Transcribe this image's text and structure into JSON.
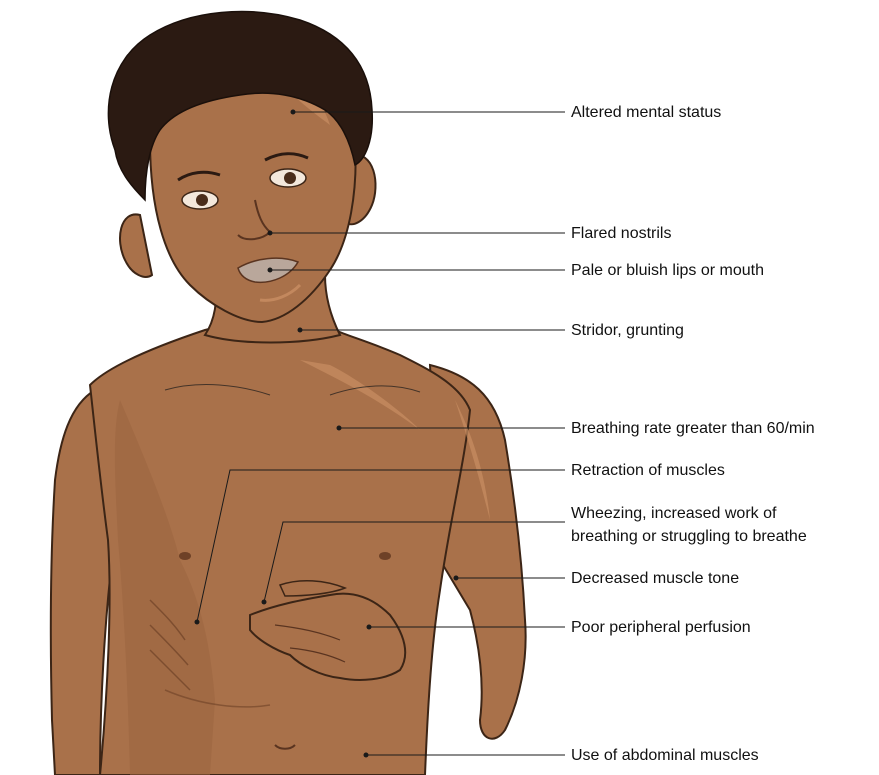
{
  "labels": {
    "altered_mental_status": "Altered mental status",
    "flared_nostrils": "Flared nostrils",
    "pale_lips": "Pale or bluish lips or mouth",
    "stridor": "Stridor, grunting",
    "breathing_rate": "Breathing rate greater than 60/min",
    "retraction": "Retraction of muscles",
    "wheezing_line1": "Wheezing, increased work of",
    "wheezing_line2": "breathing or struggling to breathe",
    "muscle_tone": "Decreased muscle tone",
    "perfusion": "Poor peripheral perfusion",
    "abdominal": "Use of abdominal muscles"
  },
  "colors": {
    "skin": "#a9714a",
    "skin_shadow": "#8a5737",
    "skin_highlight": "#c98f63",
    "hair": "#2b1a12",
    "lips": "#b9a79b",
    "outline": "#3c2516",
    "leader": "#1a1a1a"
  }
}
